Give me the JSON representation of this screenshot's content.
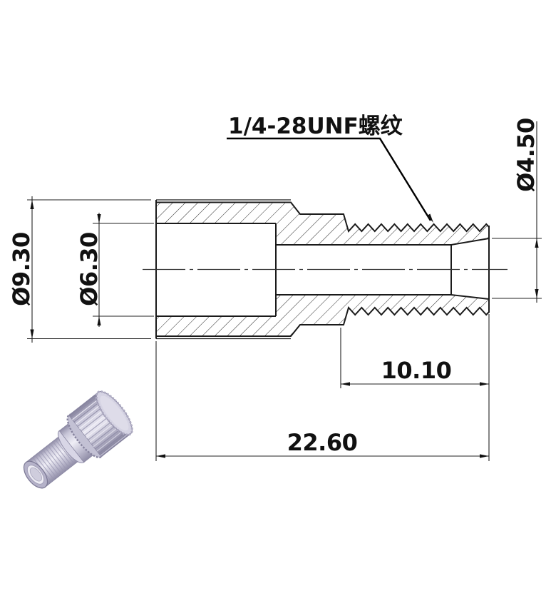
{
  "drawing": {
    "thread_callout": "1/4-28UNF螺纹",
    "dimensions": {
      "tip_inner_diameter": "Ø4.50",
      "head_outer_diameter": "Ø9.30",
      "bore_diameter": "Ø6.30",
      "thread_length": "10.10",
      "overall_length": "22.60"
    },
    "line_color": "#1a1a1a",
    "background_color": "#ffffff"
  },
  "thumbnail_render": {
    "body_color": "#c9c7d9",
    "highlight_color": "#efeef6",
    "shadow_color": "#8f8ca6",
    "edge_color": "#7b7894"
  }
}
